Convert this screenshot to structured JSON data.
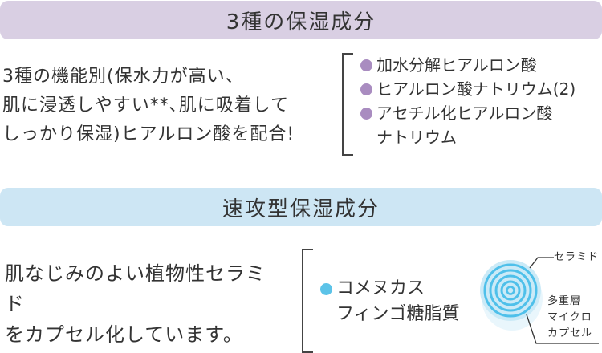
{
  "colors": {
    "banner1_bg": "#d9cfe3",
    "banner2_bg": "#cde6f4",
    "purple_dot": "#a98cc0",
    "blue_dot": "#5cc3e8",
    "ring_blue": "#4fc0ea"
  },
  "section1": {
    "title": "3種の保湿成分",
    "description_lines": [
      "3種の機能別(保水力が高い、",
      "肌に浸透しやすい**､肌に吸着して",
      "しっかり保湿)ヒアルロン酸を配合!"
    ],
    "ingredients": [
      "加水分解ヒアルロン酸",
      "ヒアルロン酸ナトリウム(2)",
      "アセチル化ヒアルロン酸"
    ],
    "ingredient_continuation": "ナトリウム"
  },
  "section2": {
    "title": "速攻型保湿成分",
    "description_lines": [
      "肌なじみのよい植物性セラミド",
      "をカプセル化しています。"
    ],
    "ingredient_lines": [
      "コメヌカス",
      "フィンゴ糖脂質"
    ],
    "diagram": {
      "ceramide_label": "セラミド",
      "capsule_label_lines": [
        "多重層",
        "マイクロ",
        "カプセル"
      ]
    }
  }
}
